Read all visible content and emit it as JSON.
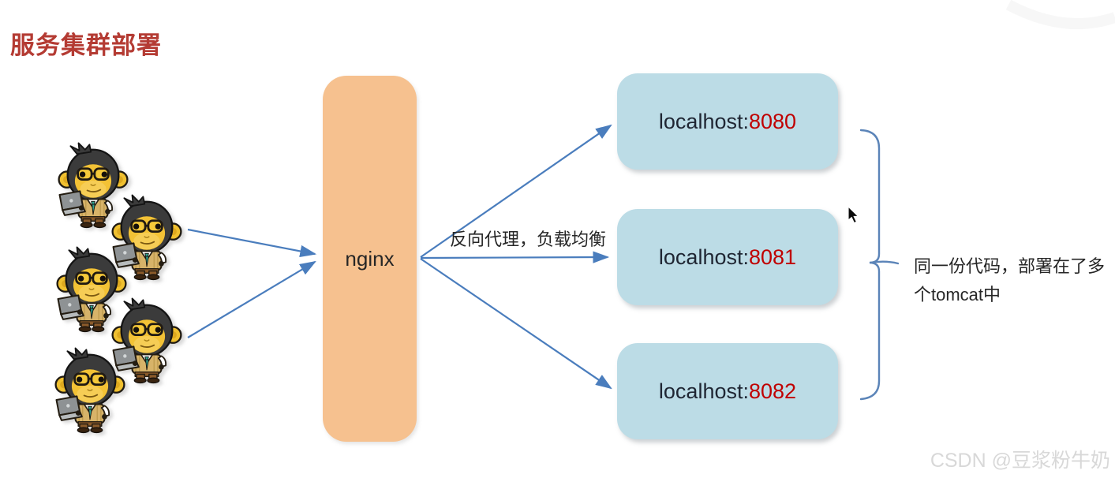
{
  "title": "服务集群部署",
  "clients": {
    "icon": "monkey-developer-icon",
    "count": 5
  },
  "nginx": {
    "label": "nginx"
  },
  "proxy_label": "反向代理，负载均衡",
  "servers": [
    {
      "host": "localhost:",
      "port": "8080"
    },
    {
      "host": "localhost:",
      "port": "8081"
    },
    {
      "host": "localhost:",
      "port": "8082"
    }
  ],
  "note": {
    "line1": "同一份代码，部署在了多",
    "line2": "个tomcat中"
  },
  "watermark": "CSDN @豆浆粉牛奶",
  "colors": {
    "title_red": "#b43b33",
    "arrow_blue": "#4a7dbd",
    "brace_blue": "#5b84b8",
    "nginx_fill": "#f6c18f",
    "server_fill": "#bcdce6",
    "host_text": "#1f2633",
    "port_red": "#c00000",
    "label_text": "#262626",
    "watermark_gray": "#d8d8d8"
  }
}
